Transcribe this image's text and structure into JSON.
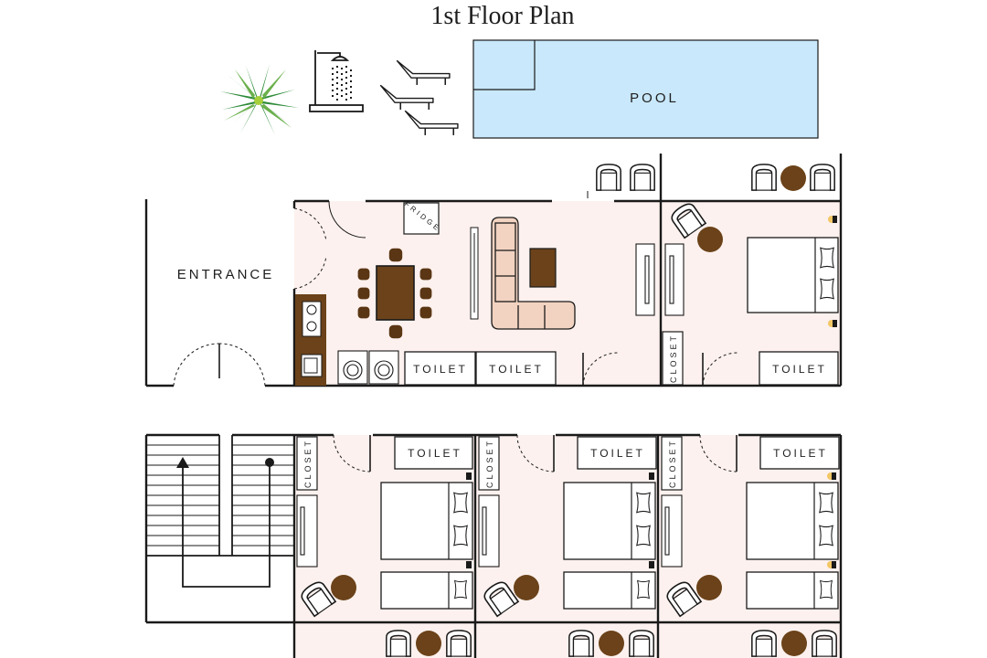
{
  "title": "1st Floor Plan",
  "labels": {
    "pool": "POOL",
    "entrance": "ENTRANCE",
    "fridge": "FRIDGE",
    "toilet": "TOILET",
    "closet": "CLOSET"
  },
  "colors": {
    "room_fill": "#fcf1ee",
    "wall": "#1a1a1a",
    "pool_fill": "#c9e8fb",
    "wood_dark": "#6b4219",
    "chair_brown": "#5a3614",
    "sofa_fill": "#f2d3c1",
    "plant_green": "#2e8b3a",
    "lamp_yellow": "#f3c766"
  },
  "icons": [
    "palm-plant-icon",
    "shower-icon",
    "sun-lounger-icon",
    "stove-icon",
    "sink-icon",
    "washing-machine-icon",
    "bed-icon",
    "armchair-icon",
    "staircase-icon"
  ]
}
